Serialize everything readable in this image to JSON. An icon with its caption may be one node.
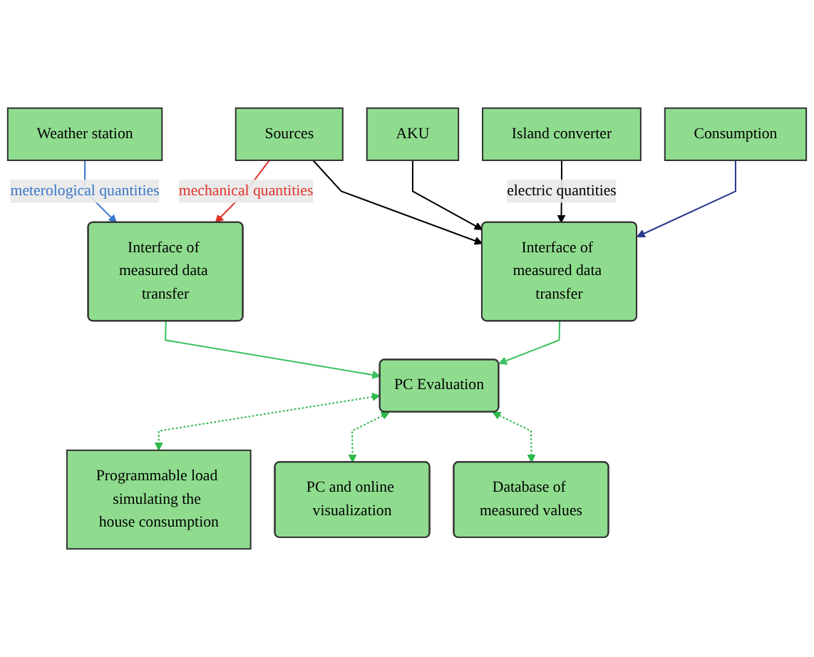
{
  "diagram": {
    "nodes": [
      {
        "text": [
          "Weather station"
        ]
      },
      {
        "text": [
          "Sources"
        ]
      },
      {
        "text": [
          "AKU"
        ]
      },
      {
        "text": [
          "Island converter"
        ]
      },
      {
        "text": [
          "Consumption"
        ]
      },
      {
        "text": [
          "Interface of measured data transfer"
        ]
      },
      {
        "text": [
          "PC Evaluation"
        ]
      },
      {
        "text": [
          "Interface of measured data transfer"
        ]
      },
      {
        "text": [
          "Programmable load simulating the house consumption"
        ]
      },
      {
        "text": [
          "PC and online visualization"
        ]
      },
      {
        "text": [
          "Database of measured values"
        ]
      }
    ],
    "edges": [
      {
        "from": 0,
        "to": 5,
        "arrow": "to",
        "label": "meterological quantities",
        "color": "#3a78c9"
      },
      {
        "from": 1,
        "to": 5,
        "arrow": "to",
        "label": "mechanical quantities",
        "color": "#e0352a"
      },
      {
        "from": 1,
        "to": 7,
        "arrow": "to"
      },
      {
        "from": 2,
        "to": 7,
        "arrow": "to"
      },
      {
        "from": 3,
        "to": 7,
        "arrow": "to",
        "label": "electric quantities"
      },
      {
        "from": 4,
        "to": 7,
        "arrow": "to",
        "color": "#2b3a8c"
      },
      {
        "from": 5,
        "to": 6,
        "arrow": "to",
        "color": "#3cc060"
      },
      {
        "from": 7,
        "to": 6,
        "arrow": "to",
        "color": "#3cc060"
      },
      {
        "from": 6,
        "to": 8,
        "arrow": "both",
        "style": "dashed",
        "color": "#2eb84a"
      },
      {
        "from": 6,
        "to": 9,
        "arrow": "both",
        "style": "dashed",
        "color": "#2eb84a"
      },
      {
        "from": 6,
        "to": 10,
        "arrow": "both",
        "style": "dashed",
        "color": "#2eb84a"
      }
    ]
  }
}
